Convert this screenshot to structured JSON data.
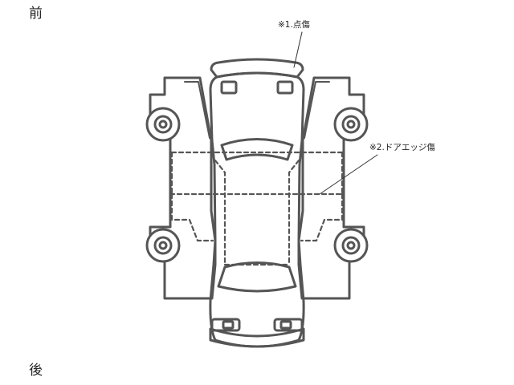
{
  "labels": {
    "front": "前",
    "back": "後"
  },
  "damage_notes": [
    {
      "text": "※1.点傷"
    },
    {
      "text": "※2.ドアエッジ傷"
    }
  ],
  "colors": {
    "outline": "#555555",
    "text": "#222222",
    "background": "#ffffff"
  }
}
